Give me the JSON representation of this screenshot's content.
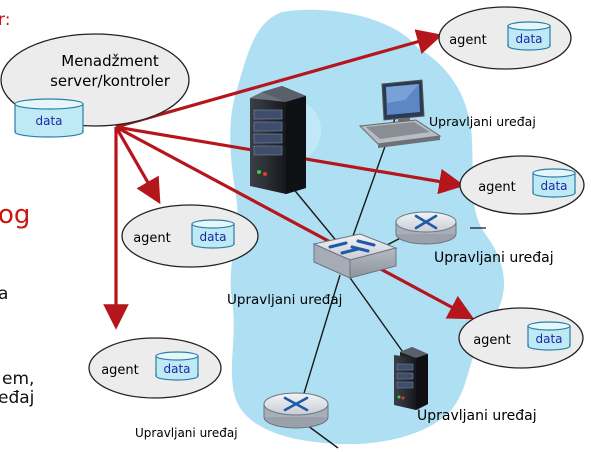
{
  "server": {
    "title_line1": "Menadžment",
    "title_line2": "server/kontroler",
    "data_label": "data"
  },
  "agents": [
    {
      "label": "agent",
      "data_label": "data"
    },
    {
      "label": "agent",
      "data_label": "data"
    },
    {
      "label": "agent",
      "data_label": "data"
    },
    {
      "label": "agent",
      "data_label": "data"
    },
    {
      "label": "agent",
      "data_label": "data"
    }
  ],
  "device_labels": [
    "Upravljani uređaj",
    "Upravljani uređaj",
    "Upravljani uređaj",
    "Upravljani uređaj",
    "Upravljani uređaj"
  ],
  "left_text_fragments": [
    {
      "text": "r:",
      "color": "red"
    },
    {
      "text": "og",
      "color": "red"
    },
    {
      "text": "a",
      "color": "black"
    },
    {
      "text": "em,",
      "color": "black"
    },
    {
      "text": "eđaj",
      "color": "black"
    }
  ],
  "colors": {
    "cloud": "#a6dcf2",
    "arrow": "#b5161b",
    "ellipse_fill": "#ececec",
    "cylinder_fill": "#bfe9f5",
    "cylinder_stroke": "#2a7fa6",
    "data_text": "#1a2aa8",
    "left_text_red": "#cc1515",
    "left_text_black": "#111111"
  }
}
